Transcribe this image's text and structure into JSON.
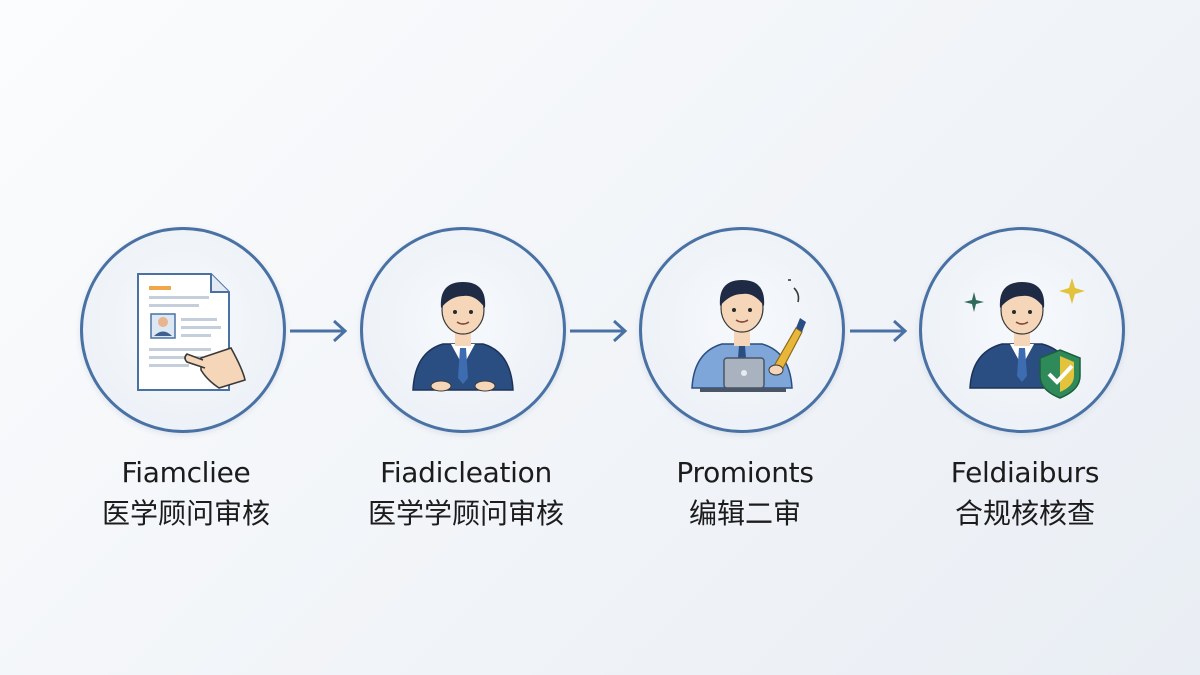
{
  "steps": [
    {
      "title": "Fiamcliee",
      "subtitle": "医学顾问审核",
      "icon": "document-hand-icon"
    },
    {
      "title": "Fiadicleation",
      "subtitle": "医学学顾问审核",
      "icon": "reviewer-icon"
    },
    {
      "title": "Promionts",
      "subtitle": "编辑二审",
      "icon": "editor-laptop-icon"
    },
    {
      "title": "Feldiaiburs",
      "subtitle": "合规核核查",
      "icon": "compliance-shield-icon"
    }
  ],
  "colors": {
    "ring": "#4a71a4",
    "arrow": "#4a71a4",
    "suit": "#2b4e82",
    "hair": "#1f2a44",
    "skin": "#f6d6b8",
    "shield": "#2f8a5a",
    "sparkle": "#e3c23c"
  }
}
